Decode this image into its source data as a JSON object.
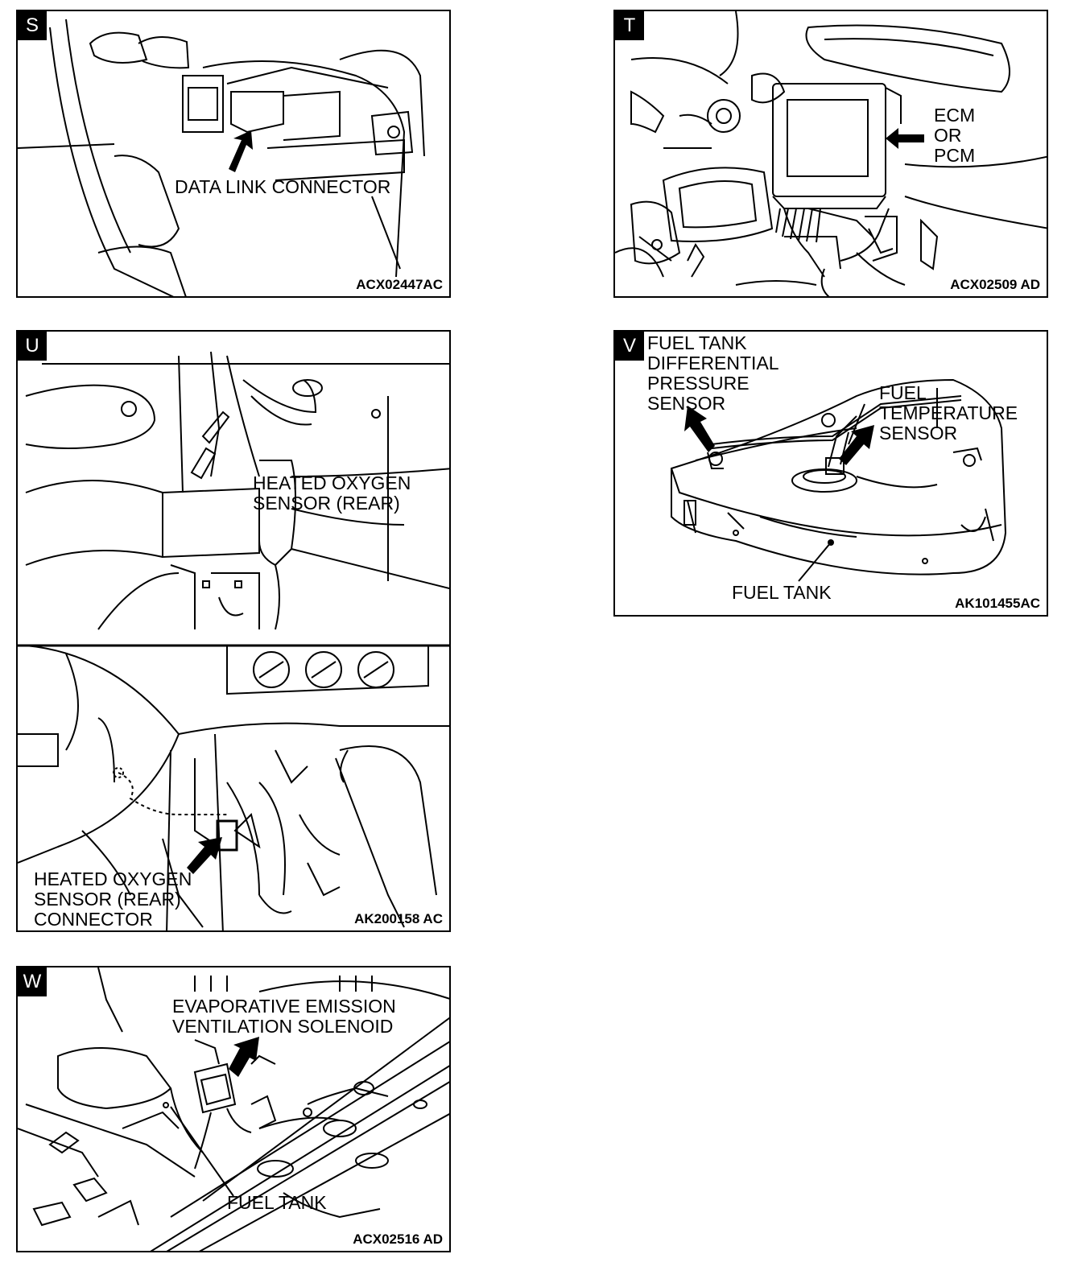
{
  "panels": {
    "s": {
      "letter": "S",
      "label_data_link": "DATA LINK CONNECTOR",
      "code": "ACX02447AC"
    },
    "t": {
      "letter": "T",
      "label_ecm": "ECM\nOR\nPCM",
      "code": "ACX02509 AD"
    },
    "u": {
      "letter": "U",
      "label_sensor": "HEATED OXYGEN\nSENSOR (REAR)",
      "label_connector": "HEATED OXYGEN\nSENSOR (REAR)\nCONNECTOR",
      "code": "AK200158 AC"
    },
    "v": {
      "letter": "V",
      "label_diff_sensor": "FUEL TANK\nDIFFERENTIAL\nPRESSURE\nSENSOR",
      "label_temp_sensor": "FUEL\nTEMPERATURE\nSENSOR",
      "label_tank": "FUEL TANK",
      "code": "AK101455AC"
    },
    "w": {
      "letter": "W",
      "label_solenoid": "EVAPORATIVE EMISSION\nVENTILATION SOLENOID",
      "label_tank": "FUEL TANK",
      "code": "ACX02516 AD"
    }
  }
}
